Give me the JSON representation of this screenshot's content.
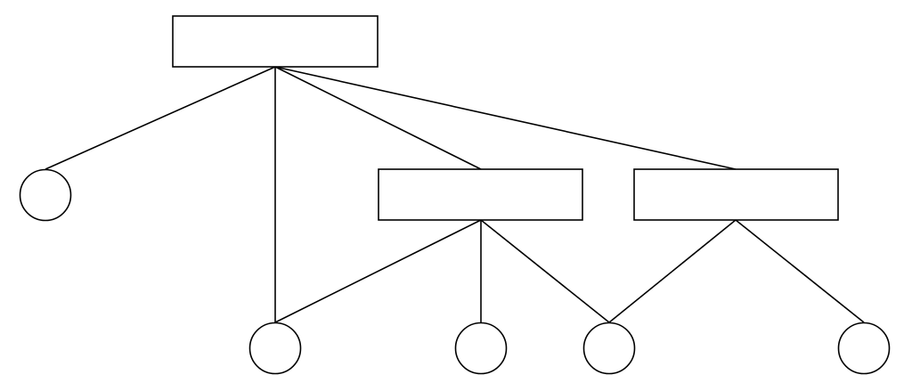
{
  "diagram": {
    "type": "tree",
    "colors": {
      "stroke": "#000000",
      "fill": "#ffffff"
    },
    "nodes": [
      {
        "id": "root",
        "shape": "rect",
        "label": ""
      },
      {
        "id": "leaf1",
        "shape": "circle",
        "label": ""
      },
      {
        "id": "box2",
        "shape": "rect",
        "label": ""
      },
      {
        "id": "box3",
        "shape": "rect",
        "label": ""
      },
      {
        "id": "leaf2",
        "shape": "circle",
        "label": ""
      },
      {
        "id": "leaf3",
        "shape": "circle",
        "label": ""
      },
      {
        "id": "leaf4",
        "shape": "circle",
        "label": ""
      },
      {
        "id": "leaf5",
        "shape": "circle",
        "label": ""
      }
    ],
    "edges": [
      [
        "root",
        "leaf1"
      ],
      [
        "root",
        "leaf2"
      ],
      [
        "root",
        "box2"
      ],
      [
        "root",
        "box3"
      ],
      [
        "box2",
        "leaf2"
      ],
      [
        "box2",
        "leaf3"
      ],
      [
        "box2",
        "leaf4"
      ],
      [
        "box3",
        "leaf4"
      ],
      [
        "box3",
        "leaf5"
      ]
    ]
  }
}
